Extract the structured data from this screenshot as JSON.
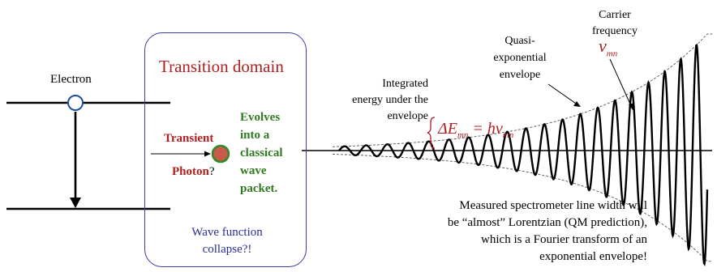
{
  "labels": {
    "electron": "Electron",
    "transition_domain": "Transition domain",
    "transient": "Transient",
    "photon": "Photon",
    "photon_q": "?",
    "evolves": [
      "Evolves",
      "into a",
      "classical",
      "wave",
      "packet."
    ],
    "wave_function": [
      "Wave function",
      "collapse?!"
    ],
    "integrated": [
      "Integrated",
      "energy under the",
      "envelope"
    ],
    "equation": "ΔE",
    "equation_sub": "mn",
    "equation_eq": " = hν",
    "equation_sub2": "mn",
    "quasi": [
      "Quasi-",
      "exponential",
      "envelope"
    ],
    "carrier": [
      "Carrier",
      "frequency"
    ],
    "nu": "ν",
    "nu_sub": "mn",
    "measured": [
      "Measured spectrometer line width will",
      "be “almost” Lorentzian (QM prediction),",
      "which is a Fourier transform of an",
      "exponential envelope!"
    ]
  },
  "colors": {
    "dark_red": "#b02020",
    "green": "#2f7a1e",
    "blue": "#2a2a9a",
    "box_border": "#3a3aa8",
    "photon_fill": "#c85a4a",
    "photon_ring": "#2f8a2a",
    "electron_ring": "#1f4fa0"
  }
}
